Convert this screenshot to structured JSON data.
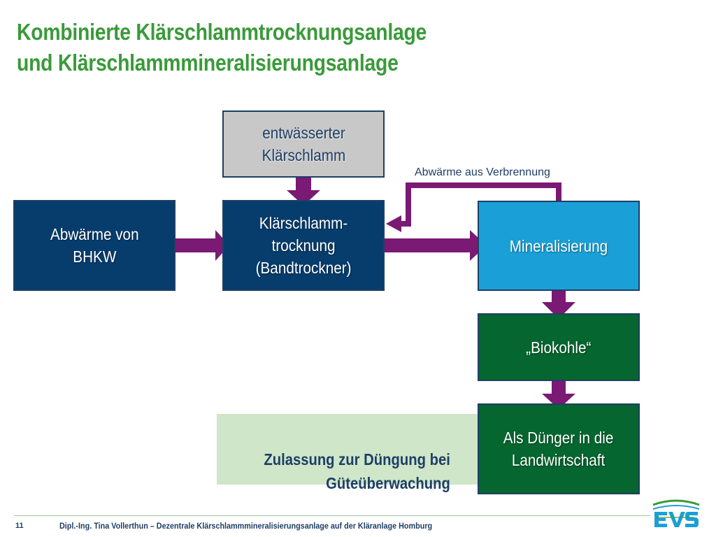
{
  "title": "Kombinierte Klärschlammtrocknungsanlage\nund  Klärschlammmineralisierungsanlage",
  "boxes": {
    "sludge_input": "entwässerter\nKlärschlamm",
    "waste_heat_bhkw": "Abwärme von\nBHKW",
    "drying": "Klärschlamm-\ntrocknung\n(Bandtrockner)",
    "mineralization": "Mineralisierung",
    "biochar": "„Biokohle“",
    "fertilizer": "Als Dünger in die\nLandwirtschaft"
  },
  "arrow_label": "Abwärme aus Verbrennung",
  "note": "Zulassung zur Düngung bei\nGüteüberwachung",
  "footer": {
    "page": "11",
    "text": "Dipl.-Ing. Tina Vollerthun – Dezentrale Klärschlammmineralisierungsanlage auf der Kläranlage Homburg"
  },
  "logo": "EVS",
  "colors": {
    "title": "#3a9a3a",
    "navy_box": "#073d6d",
    "blue_box": "#1aa0d6",
    "green_box": "#05662f",
    "gray_box": "#c8c8c8",
    "arrow": "#7a1a74",
    "note_bg": "#cfe6c8"
  }
}
